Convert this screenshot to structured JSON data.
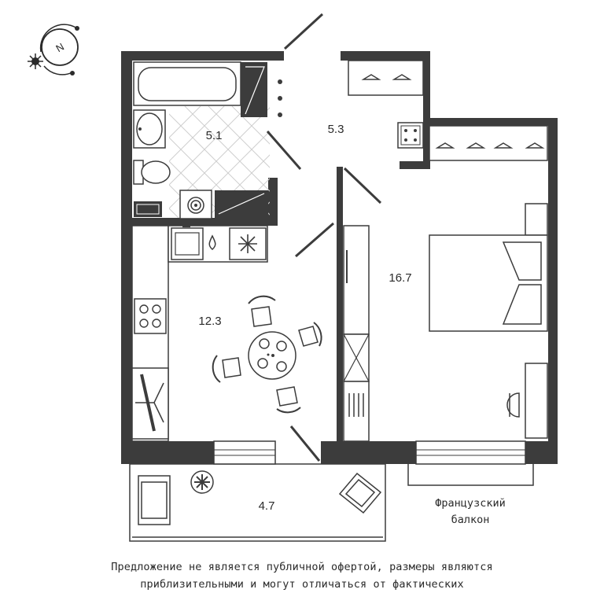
{
  "rooms": {
    "bathroom": "5.1",
    "hallway": "5.3",
    "bedroom": "16.7",
    "kitchen": "12.3",
    "balcony": "4.7"
  },
  "french_balcony": {
    "line1": "Французский",
    "line2": "балкон"
  },
  "compass": {
    "north": "N"
  },
  "disclaimer": {
    "line1": "Предложение не является публичной офертой, размеры являются",
    "line2": "приблизительными и могут отличаться от фактических"
  },
  "colors": {
    "wall": "#3c3c3c",
    "background": "#ffffff",
    "tile": "#cfcfcf"
  }
}
